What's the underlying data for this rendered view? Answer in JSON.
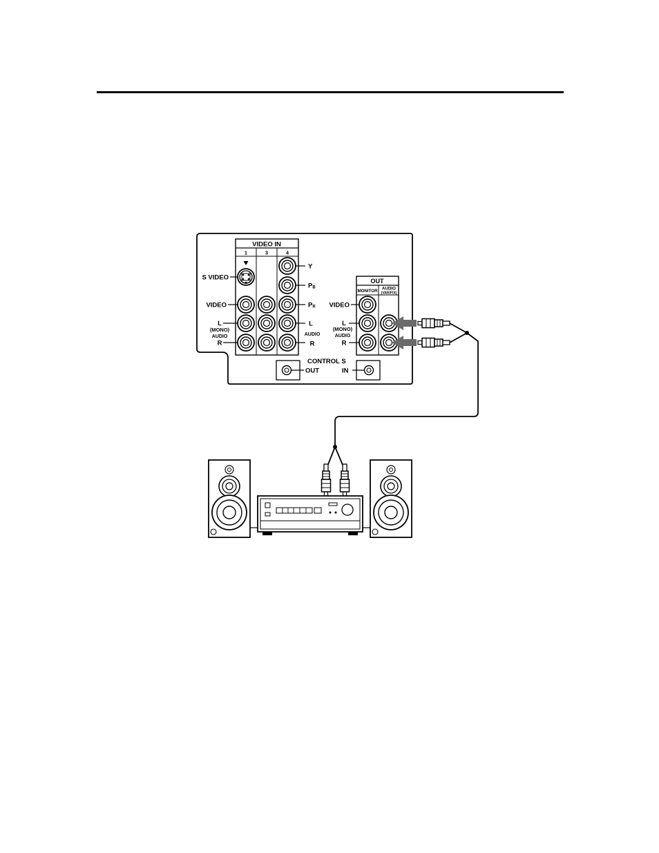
{
  "panel": {
    "video_in_title": "VIDEO IN",
    "input_numbers": [
      "1",
      "3",
      "4"
    ],
    "left_labels": {
      "svideo": "S VIDEO",
      "video": "VIDEO",
      "l": "L",
      "mono": "(MONO)",
      "audio": "AUDIO",
      "r": "R"
    },
    "component_labels": {
      "y": "Y",
      "pb_main": "P",
      "pb_sub": "B",
      "pr_main": "P",
      "pr_sub": "R",
      "l": "L",
      "audio": "AUDIO",
      "r": "R"
    },
    "out": {
      "title": "OUT",
      "monitor": "MONITOR",
      "audio": "AUDIO",
      "varfix": "(VAR/FIX)",
      "video": "VIDEO",
      "l": "L",
      "mono": "(MONO)",
      "audio_side": "AUDIO",
      "r": "R"
    },
    "control_s": {
      "title": "CONTROL  S",
      "out": "OUT",
      "in": "IN"
    }
  },
  "colors": {
    "line": "#000000",
    "arrow": "#6b6b6b",
    "background": "#ffffff"
  },
  "icons": [
    "rca-jack-icon",
    "s-video-jack-icon",
    "rca-plug-icon",
    "signal-arrow-icon",
    "speaker-icon",
    "amplifier-icon"
  ]
}
